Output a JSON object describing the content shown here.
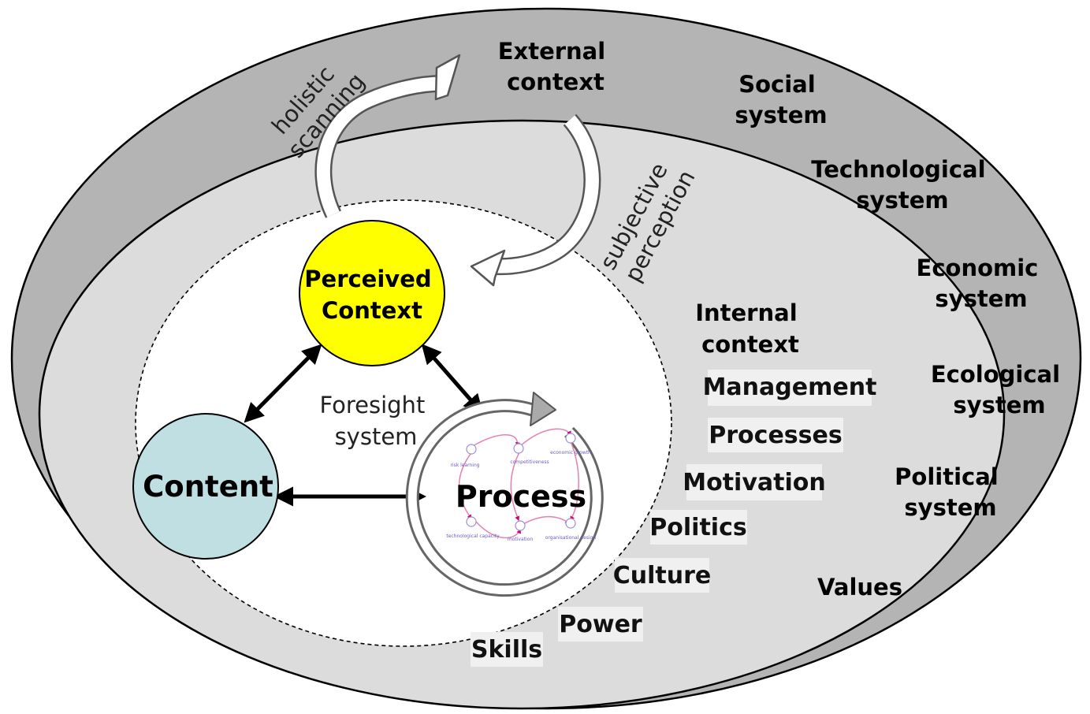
{
  "external_context": {
    "line1": "External",
    "line2": "context"
  },
  "arcs": {
    "holistic_line1": "holistic",
    "holistic_line2": "scanning",
    "subjective_line1": "subjective",
    "subjective_line2": "perception"
  },
  "outer_systems": [
    {
      "line1": "Social",
      "line2": "system"
    },
    {
      "line1": "Technological",
      "line2": "system"
    },
    {
      "line1": "Economic",
      "line2": "system"
    },
    {
      "line1": "Ecological",
      "line2": "system"
    },
    {
      "line1": "Political",
      "line2": "system"
    },
    {
      "line1": "Values",
      "line2": ""
    }
  ],
  "internal_context": {
    "line1": "Internal",
    "line2": "context",
    "items": [
      "Management",
      "Processes",
      "Motivation",
      "Politics",
      "Culture",
      "Power",
      "Skills"
    ]
  },
  "foresight_system": {
    "line1": "Foresight",
    "line2": "system"
  },
  "nodes": {
    "perceived_line1": "Perceived",
    "perceived_line2": "Context",
    "content": "Content",
    "process": "Process"
  },
  "process_mini_diagram": {
    "labels": [
      "risk learning",
      "competitiveness",
      "economic growth",
      "technological capacity",
      "motivation",
      "organisational design"
    ]
  },
  "colors": {
    "outer_ring": "#b4b4b4",
    "inner_ring": "#dcdcdc",
    "perceived_context": "#ffff00",
    "content": "#bfdfe3",
    "label_box": "#f0f0f0"
  }
}
